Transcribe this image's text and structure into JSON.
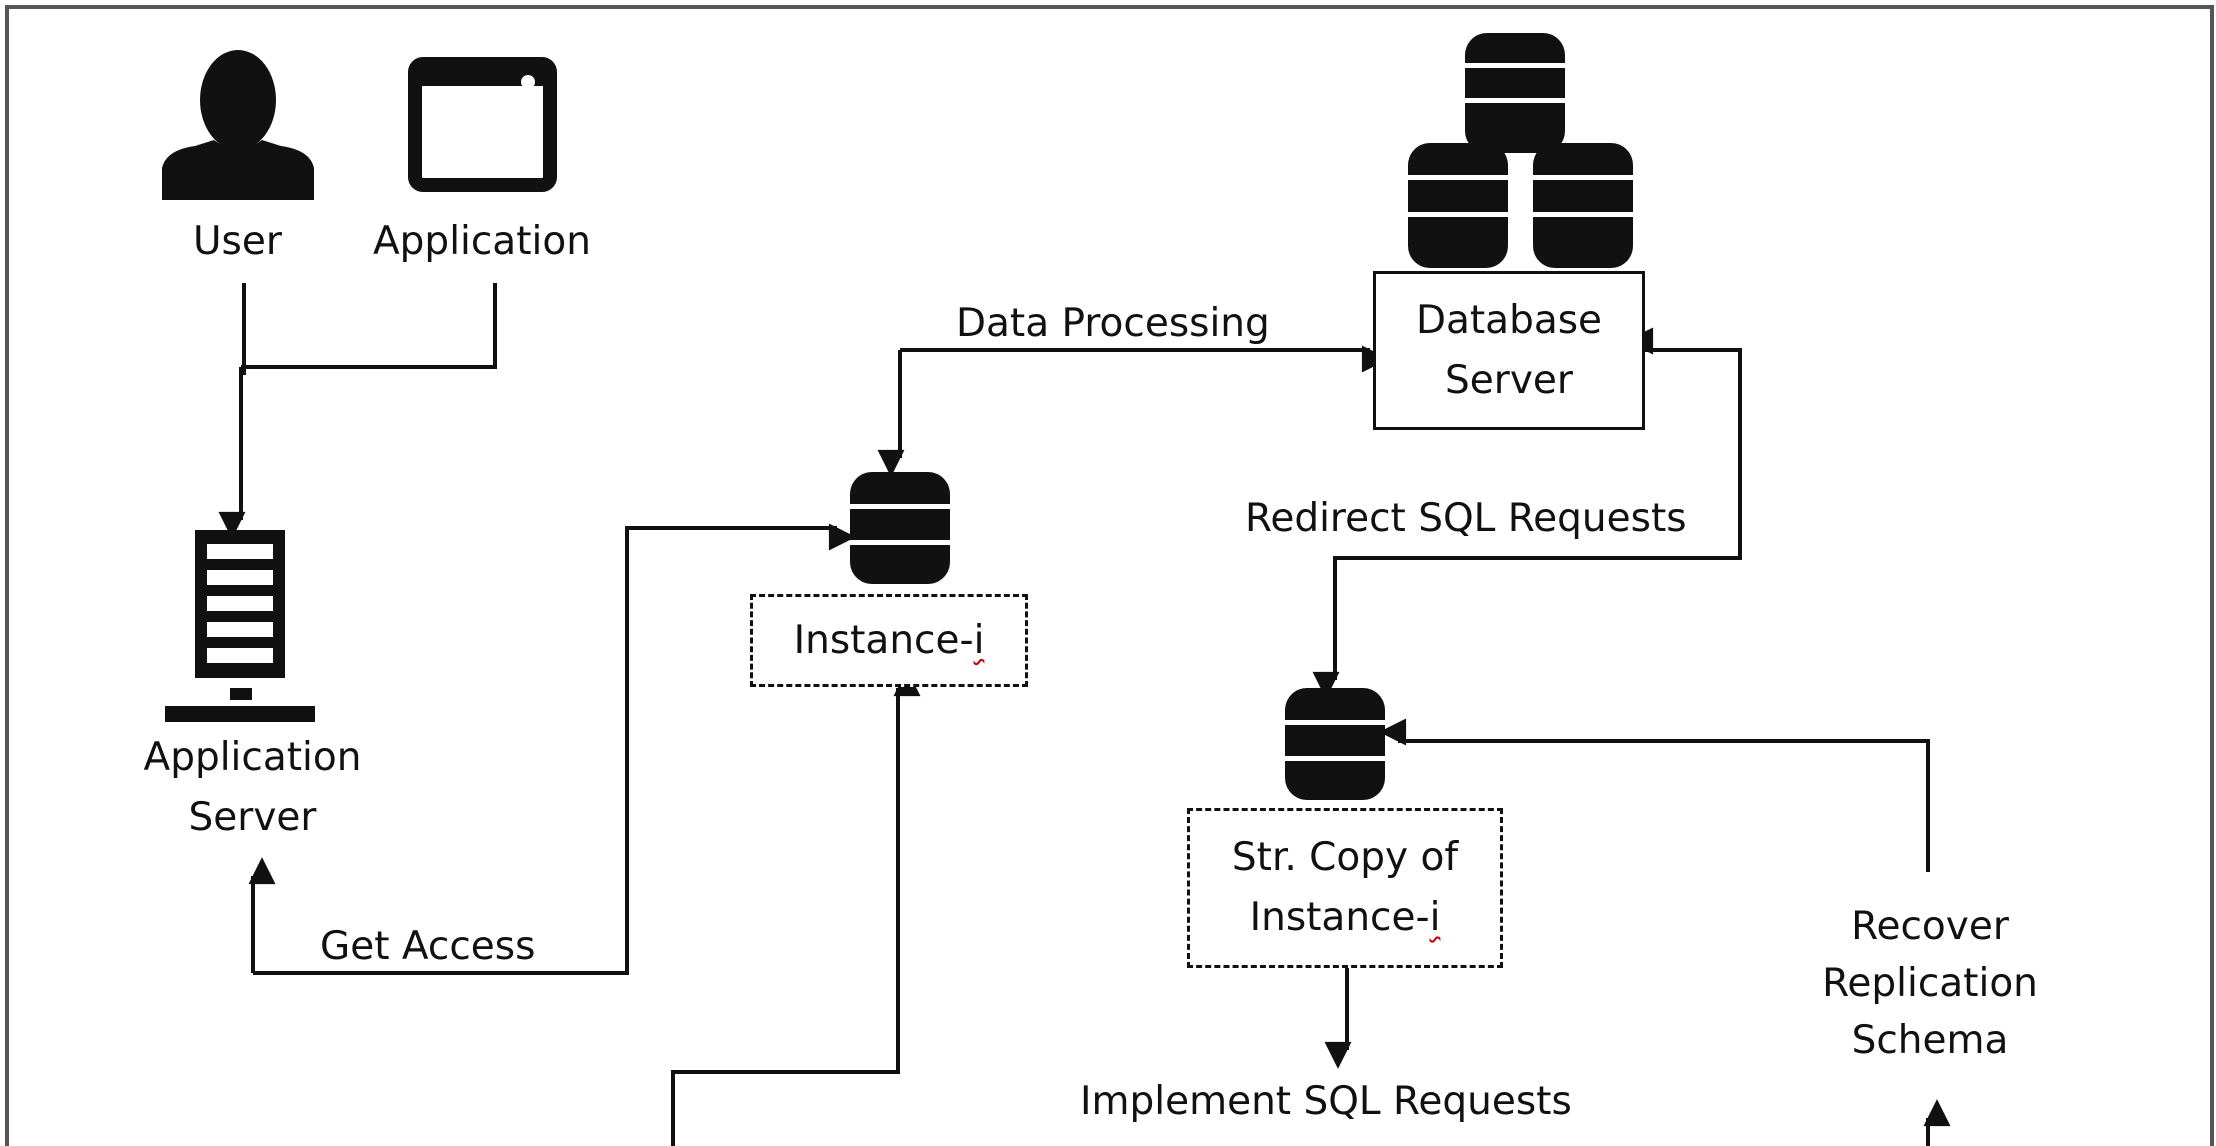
{
  "actors": {
    "user_label": "User",
    "application_label": "Application"
  },
  "app_server": {
    "line1": "Application",
    "line2": "Server"
  },
  "database_server": {
    "line1": "Database",
    "line2": "Server"
  },
  "instance": {
    "prefix": "Instance-",
    "suffix": "i"
  },
  "str_copy": {
    "line1": "Str. Copy of",
    "line2_prefix": "Instance-",
    "line2_suffix": "i"
  },
  "edge_labels": {
    "data_processing": "Data Processing",
    "redirect_sql": "Redirect SQL Requests",
    "get_access": "Get Access",
    "implement_sql": "Implement SQL Requests",
    "recover_line1": "Recover",
    "recover_line2": "Replication",
    "recover_line3": "Schema"
  },
  "icons": [
    "user-icon",
    "application-window-icon",
    "server-tower-icon",
    "database-icon"
  ],
  "colors": {
    "stroke": "#111111",
    "spellcheck_squiggle": "#c00000"
  }
}
